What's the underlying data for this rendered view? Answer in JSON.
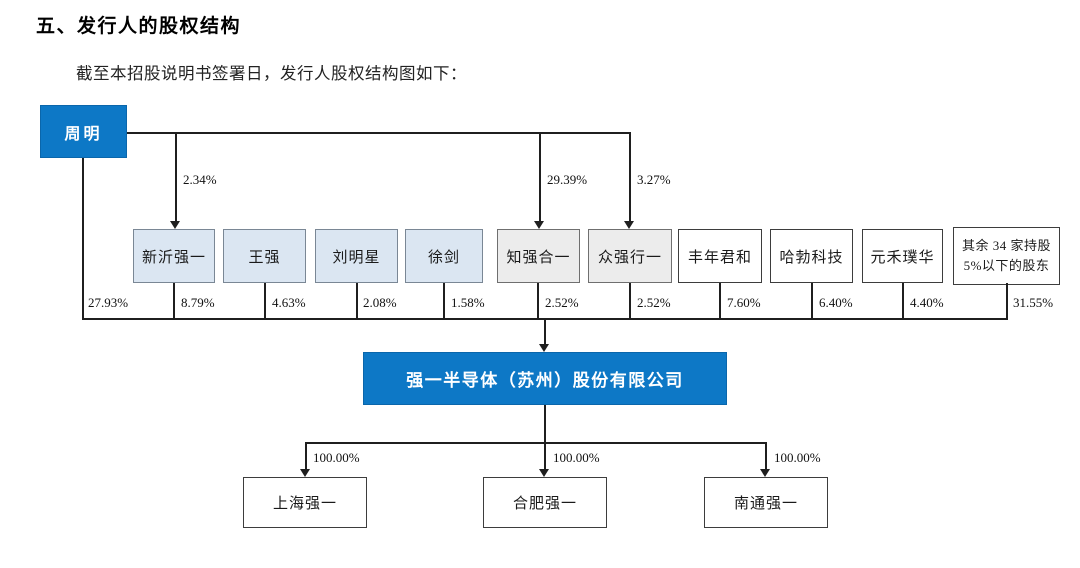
{
  "page": {
    "section_title": "五、发行人的股权结构",
    "intro_text": "截至本招股说明书签署日，发行人股权结构图如下："
  },
  "diagram": {
    "controller": {
      "name": "周明",
      "issuer_percent": "27.93%"
    },
    "controller_stakes": [
      {
        "target": "新沂强一",
        "percent": "2.34%"
      },
      {
        "target": "知强合一",
        "percent": "29.39%"
      },
      {
        "target": "众强行一",
        "percent": "3.27%"
      }
    ],
    "shareholders": [
      {
        "name": "新沂强一",
        "percent": "8.79%"
      },
      {
        "name": "王强",
        "percent": "4.63%"
      },
      {
        "name": "刘明星",
        "percent": "2.08%"
      },
      {
        "name": "徐剑",
        "percent": "1.58%"
      },
      {
        "name": "知强合一",
        "percent": "2.52%"
      },
      {
        "name": "众强行一",
        "percent": "2.52%"
      },
      {
        "name": "丰年君和",
        "percent": "7.60%"
      },
      {
        "name": "哈勃科技",
        "percent": "6.40%"
      },
      {
        "name": "元禾璞华",
        "percent": "4.40%"
      },
      {
        "name": "其余 34 家持股\n5%以下的股东",
        "percent": "31.55%"
      }
    ],
    "issuer": {
      "name": "强一半导体（苏州）股份有限公司"
    },
    "subsidiaries": [
      {
        "name": "上海强一",
        "percent": "100.00%"
      },
      {
        "name": "合肥强一",
        "percent": "100.00%"
      },
      {
        "name": "南通强一",
        "percent": "100.00%"
      }
    ],
    "colors": {
      "primary_blue": "#0d78c6",
      "light_blue_fill": "#dbe6f2",
      "gray_fill": "#ececec",
      "white_fill": "#ffffff",
      "line": "#1f1f1f"
    }
  }
}
